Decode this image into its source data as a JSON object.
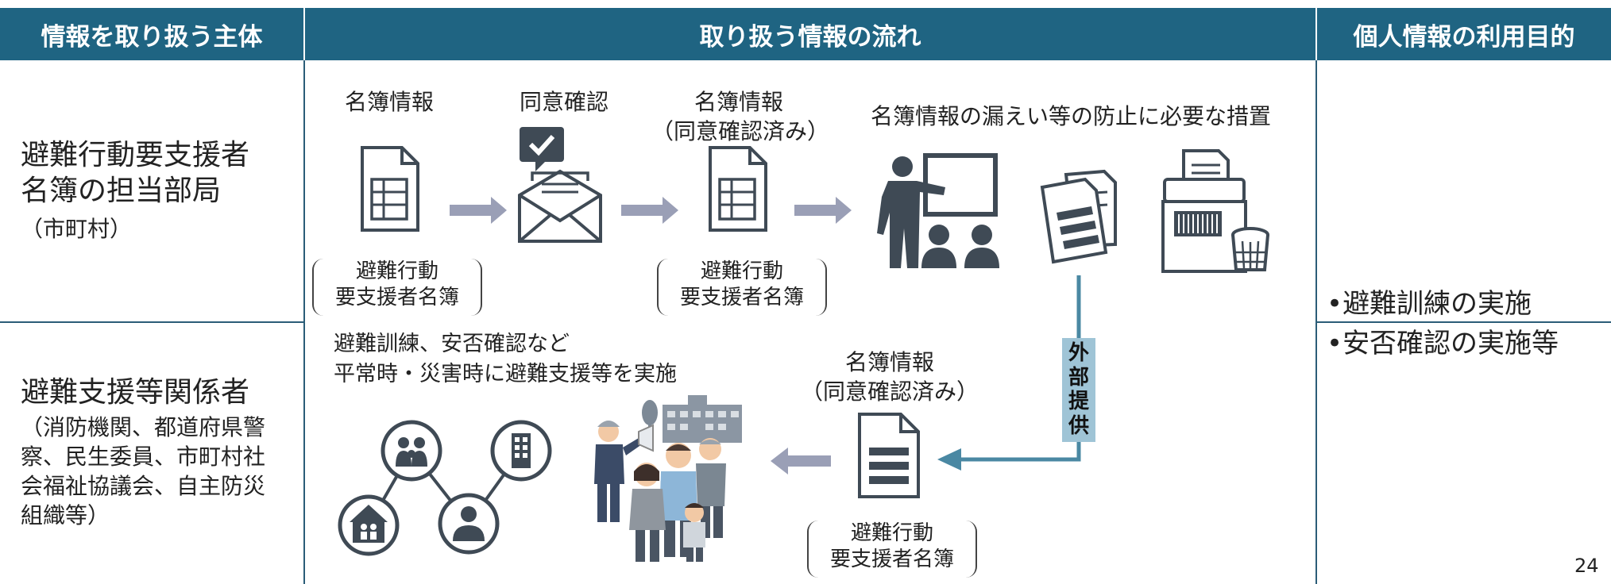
{
  "header": {
    "col1": "情報を取り扱う主体",
    "col2": "取り扱う情報の流れ",
    "col3": "個人情報の利用目的"
  },
  "row1": {
    "title_line1": "避難行動要支援者",
    "title_line2": "名簿の担当部局",
    "subtitle": "（市町村）"
  },
  "row2": {
    "title": "避難支援等関係者",
    "detail_line1": "（消防機関、都道府県警",
    "detail_line2": "察、民生委員、市町村社",
    "detail_line3": "会福祉協議会、自主防災",
    "detail_line4": "組織等）"
  },
  "flow": {
    "step1_label": "名簿情報",
    "step2_label": "同意確認",
    "step3_label_line1": "名簿情報",
    "step3_label_line2": "（同意確認済み）",
    "step4_label": "名簿情報の漏えい等の防止に必要な措置",
    "roster_line1": "避難行動",
    "roster_line2": "要支援者名簿",
    "external": [
      "外",
      "部",
      "提",
      "供"
    ],
    "lower_doc_line1": "名簿情報",
    "lower_doc_line2": "（同意確認済み）",
    "activity_line1": "避難訓練、安否確認など",
    "activity_line2": "平常時・災害時に避難支援等を実施"
  },
  "purpose": {
    "item1": "避難訓練の実施",
    "item2": "安否確認の実施等",
    "bullet": "•"
  },
  "page_number": "24",
  "colors": {
    "header": "#1f6482",
    "icon": "#3f4a55",
    "arrow": "#9a9fb6",
    "external_line": "#4a88a3",
    "external_box": "#9fc4d6"
  }
}
